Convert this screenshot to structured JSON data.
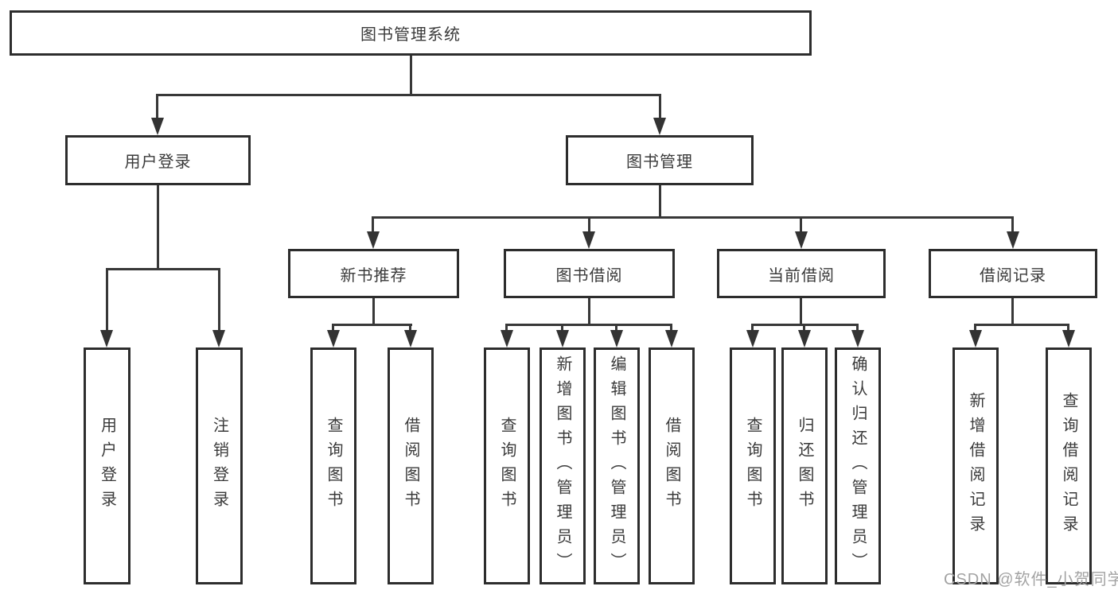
{
  "diagram": {
    "title": "图书管理系统",
    "branches": [
      {
        "label": "用户登录",
        "children": [
          "用户登录",
          "注销登录"
        ]
      },
      {
        "label": "图书管理",
        "modules": [
          {
            "label": "新书推荐",
            "children": [
              "查询图书",
              "借阅图书"
            ]
          },
          {
            "label": "图书借阅",
            "children": [
              "查询图书",
              "新增图书（管理员）",
              "编辑图书（管理员）",
              "借阅图书"
            ]
          },
          {
            "label": "当前借阅",
            "children": [
              "查询图书",
              "归还图书",
              "确认归还（管理员）"
            ]
          },
          {
            "label": "借阅记录",
            "children": [
              "新增借阅记录",
              "查询借阅记录"
            ]
          }
        ]
      }
    ],
    "colors": {
      "box_border": "#2d2d2d",
      "line": "#383838",
      "text": "#3a3a3a",
      "watermark": "#a3a3a3"
    }
  },
  "watermark": {
    "text": "CSDN @软件_小贺同学"
  }
}
